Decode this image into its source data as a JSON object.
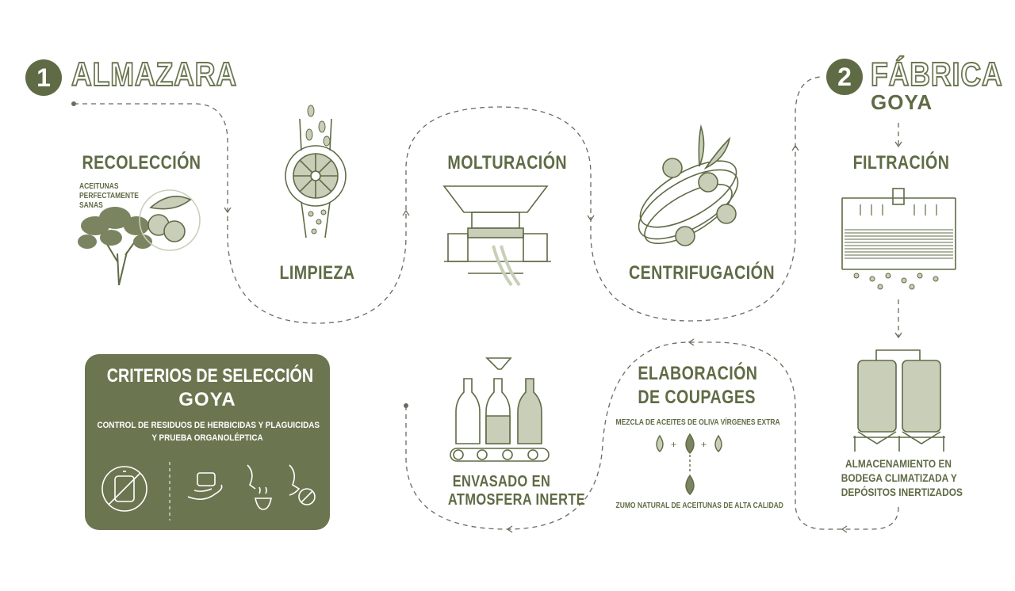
{
  "stage1": {
    "number": "1",
    "title": "ALMAZARA"
  },
  "stage2": {
    "number": "2",
    "title": "FÁBRICA",
    "brand": "GOYA"
  },
  "steps": {
    "recoleccion": {
      "title": "RECOLECCIÓN",
      "note_line1": "ACEITUNAS",
      "note_line2": "PERFECTAMENTE",
      "note_line3": "SANAS"
    },
    "limpieza": {
      "title": "LIMPIEZA"
    },
    "molturacion": {
      "title": "MOLTURACIÓN"
    },
    "centrifugacion": {
      "title": "CENTRIFUGACIÓN"
    },
    "filtracion": {
      "title": "FILTRACIÓN"
    },
    "almacenamiento": {
      "line1": "ALMACENAMIENTO EN",
      "line2": "BODEGA CLIMATIZADA Y",
      "line3": "DEPÓSITOS INERTIZADOS"
    },
    "coupages": {
      "line1": "ELABORACIÓN",
      "line2": "DE COUPAGES",
      "note": "MEZCLA DE ACEITES DE OLIVA VÍRGENES EXTRA",
      "result": "ZUMO NATURAL DE ACEITUNAS DE ALTA CALIDAD"
    },
    "envasado": {
      "line1": "ENVASADO EN",
      "line2": "ATMOSFERA INERTE"
    }
  },
  "criterios": {
    "title": "CRITERIOS DE SELECCIÓN",
    "brand": "GOYA",
    "line1": "CONTROL DE RESIDUOS DE HERBICIDAS Y PLAGUICIDAS",
    "line2": "Y PRUEBA ORGANOLÉPTICA"
  },
  "colors": {
    "primary": "#5f6b45",
    "card": "#6b7650",
    "light": "#c9ceb8",
    "line": "#6b6b5e"
  },
  "icons": [
    "olive-tree-icon",
    "olives-icon",
    "cleaning-drum-icon",
    "mill-icon",
    "centrifuge-icon",
    "filter-icon",
    "tanks-icon",
    "oil-drops-icon",
    "bottles-icon",
    "no-pesticide-icon",
    "hand-icon",
    "smell-icon",
    "taste-icon"
  ]
}
